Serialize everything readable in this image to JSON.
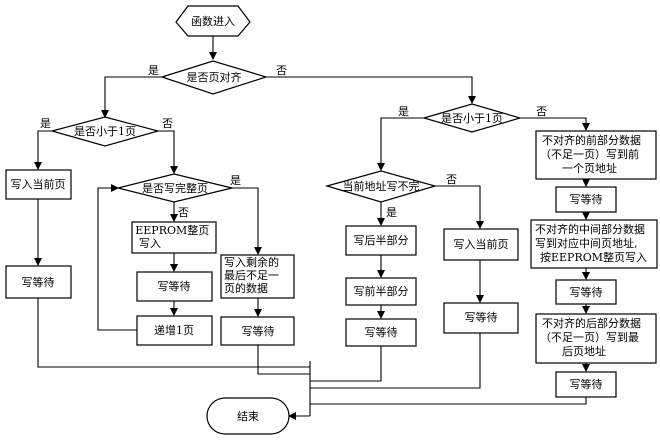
{
  "nodes": {
    "start": "函数进入",
    "page_aligned_q": "是否页对齐",
    "less_than_page_left_q": "是否小于1页",
    "less_than_page_right_q": "是否小于1页",
    "write_current_page_left": "写入当前页",
    "write_full_page_q": "是否写完整页",
    "eeprom_full_page_write": [
      "EEPROM整页",
      "写入"
    ],
    "wait_inner": "写等待",
    "increment_page": "递增1页",
    "write_remaining": [
      "写入剩余的",
      "最后不足一",
      "页的数据"
    ],
    "wait_remaining": "写等待",
    "wait_left": "写等待",
    "current_addr_not_full_q": "当前地址写不完",
    "write_second_half": "写后半部分",
    "write_first_half": "写前半部分",
    "wait_half": "写等待",
    "write_current_page_right": "写入当前页",
    "wait_right_mid": "写等待",
    "unaligned_front": [
      "不对齐的前部分数据",
      "（不足一页）写到前",
      "一个页地址"
    ],
    "wait_front": "写等待",
    "unaligned_middle": [
      "不对齐的中间部分数据",
      "写到对应中间页地址,",
      "按EEPROM整页写入"
    ],
    "wait_middle": "写等待",
    "unaligned_back": [
      "不对齐的后部分数据",
      "（不足一页）写到最",
      "后页地址"
    ],
    "wait_back": "写等待",
    "end": "结束"
  },
  "branch_labels": {
    "yes": "是",
    "no": "否"
  }
}
